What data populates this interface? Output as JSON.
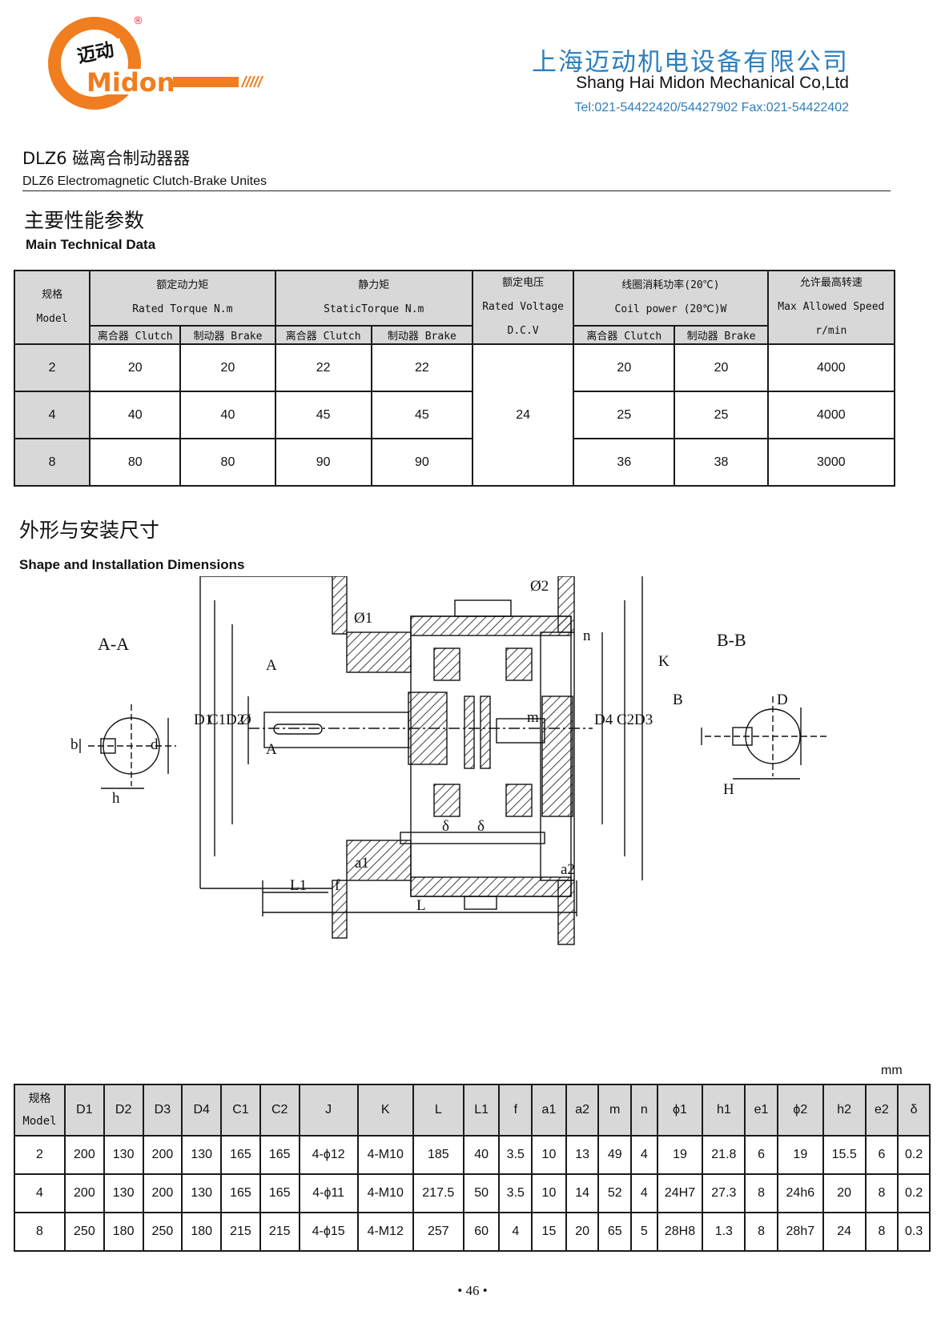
{
  "header": {
    "logo": {
      "cn_text": "迈动",
      "brand": "Midon",
      "registered": "®"
    },
    "company_cn": "上海迈动机电设备有限公司",
    "company_en": "Shang Hai Midon Mechanical Co,Ltd",
    "contact": "Tel:021-54422420/54427902 Fax:021-54422402"
  },
  "title": {
    "cn": "DLZ6 磁离合制动器器",
    "en": "DLZ6 Electromagnetic Clutch-Brake Unites"
  },
  "section_tech": {
    "cn": "主要性能参数",
    "en": "Main Technical Data"
  },
  "tech_table": {
    "model_header": [
      "规格",
      "Model"
    ],
    "torque_header": [
      "额定动力矩",
      "Rated  Torque N.m"
    ],
    "static_header": [
      "静力矩",
      "StaticTorque N.m"
    ],
    "voltage_header": [
      "额定电压",
      "Rated Voltage",
      "D.C.V"
    ],
    "power_header": [
      "线圈消耗功率(20℃)",
      "Coil  power (20℃)W"
    ],
    "speed_header": [
      "允许最高转速",
      "Max Allowed Speed",
      "r/min"
    ],
    "sub_clutch": "离合器 Clutch",
    "sub_brake": "制动器 Brake",
    "voltage_value": "24",
    "rows": [
      {
        "model": "2",
        "torque_clutch": "20",
        "torque_brake": "20",
        "static_clutch": "22",
        "static_brake": "22",
        "power_clutch": "20",
        "power_brake": "20",
        "speed": "4000"
      },
      {
        "model": "4",
        "torque_clutch": "40",
        "torque_brake": "40",
        "static_clutch": "45",
        "static_brake": "45",
        "power_clutch": "25",
        "power_brake": "25",
        "speed": "4000"
      },
      {
        "model": "8",
        "torque_clutch": "80",
        "torque_brake": "80",
        "static_clutch": "90",
        "static_brake": "90",
        "power_clutch": "36",
        "power_brake": "38",
        "speed": "3000"
      }
    ]
  },
  "section_dims": {
    "cn": "外形与安装尺寸",
    "en": "Shape and Installation Dimensions"
  },
  "drawing_labels": {
    "aa": "A-A",
    "bb": "B-B",
    "a": "A",
    "b": "b",
    "d": "d",
    "h": "h",
    "D1": "D1",
    "C1": "C1",
    "D2": "D2",
    "phi": "Ø",
    "phi1": "Ø1",
    "phi2": "Ø2",
    "D4": "D4",
    "C2": "C2",
    "D3": "D3",
    "K": "K",
    "B": "B",
    "D": "D",
    "H": "H",
    "n": "n",
    "m": "m",
    "delta": "δ",
    "a1": "a1",
    "a2": "a2",
    "L1": "L1",
    "f": "f",
    "L": "L"
  },
  "unit": "mm",
  "dims_table": {
    "header_model": [
      "规格",
      "Model"
    ],
    "headers": [
      "D1",
      "D2",
      "D3",
      "D4",
      "C1",
      "C2",
      "J",
      "K",
      "L",
      "L1",
      "f",
      "a1",
      "a2",
      "m",
      "n",
      "ϕ1",
      "h1",
      "e1",
      "ϕ2",
      "h2",
      "e2",
      "δ"
    ],
    "rows": [
      [
        "2",
        "200",
        "130",
        "200",
        "130",
        "165",
        "165",
        "4-ϕ12",
        "4-M10",
        "185",
        "40",
        "3.5",
        "10",
        "13",
        "49",
        "4",
        "19",
        "21.8",
        "6",
        "19",
        "15.5",
        "6",
        "0.2"
      ],
      [
        "4",
        "200",
        "130",
        "200",
        "130",
        "165",
        "165",
        "4-ϕ11",
        "4-M10",
        "217.5",
        "50",
        "3.5",
        "10",
        "14",
        "52",
        "4",
        "24H7",
        "27.3",
        "8",
        "24h6",
        "20",
        "8",
        "0.2"
      ],
      [
        "8",
        "250",
        "180",
        "250",
        "180",
        "215",
        "215",
        "4-ϕ15",
        "4-M12",
        "257",
        "60",
        "4",
        "15",
        "20",
        "65",
        "5",
        "28H8",
        "1.3",
        "8",
        "28h7",
        "24",
        "8",
        "0.3"
      ]
    ]
  },
  "page_number": "• 46 •",
  "colors": {
    "brand_orange": "#f07d1f",
    "company_blue": "#2e7fbd",
    "header_gray": "#d8d8d8"
  }
}
